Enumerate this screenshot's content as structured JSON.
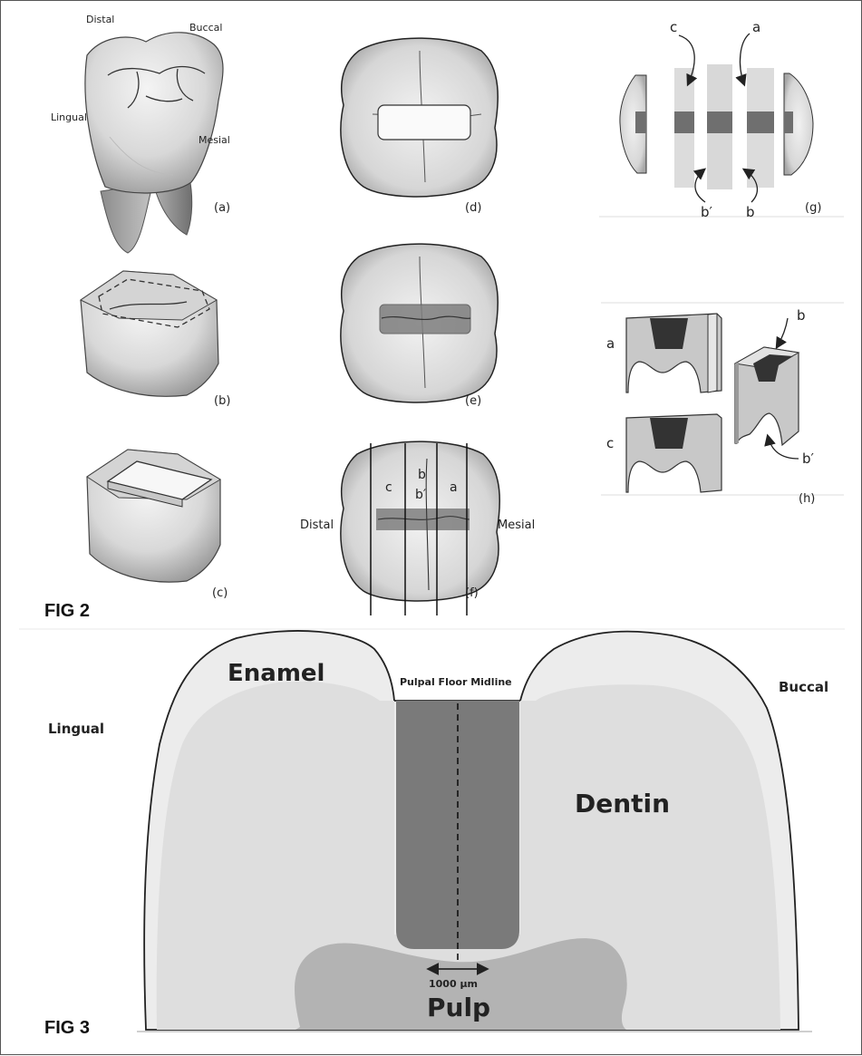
{
  "fig2": {
    "label": "FIG 2",
    "panel_labels": [
      "(a)",
      "(b)",
      "(c)",
      "(d)",
      "(e)",
      "(f)",
      "(g)",
      "(h)"
    ],
    "a": {
      "distal": "Distal",
      "buccal": "Buccal",
      "lingual": "Lingual",
      "mesial": "Mesial"
    },
    "f": {
      "distal": "Distal",
      "mesial": "Mesial",
      "c": "c",
      "b": "b",
      "b_prime": "b′",
      "a": "a"
    },
    "g": {
      "c": "c",
      "a": "a",
      "b_prime": "b′",
      "b": "b"
    },
    "h": {
      "a": "a",
      "c": "c",
      "b": "b",
      "b_prime": "b′"
    }
  },
  "fig3": {
    "label": "FIG 3",
    "enamel": "Enamel",
    "midline": "Pulpal Floor Midline",
    "buccal": "Buccal",
    "lingual": "Lingual",
    "dentin": "Dentin",
    "measure": "1000 µm",
    "pulp": "Pulp"
  },
  "colors": {
    "enamel": "#ececec",
    "dentin": "#dedede",
    "cavity": "#7a7a7a",
    "pulp": "#b3b3b3",
    "outline": "#222222"
  }
}
